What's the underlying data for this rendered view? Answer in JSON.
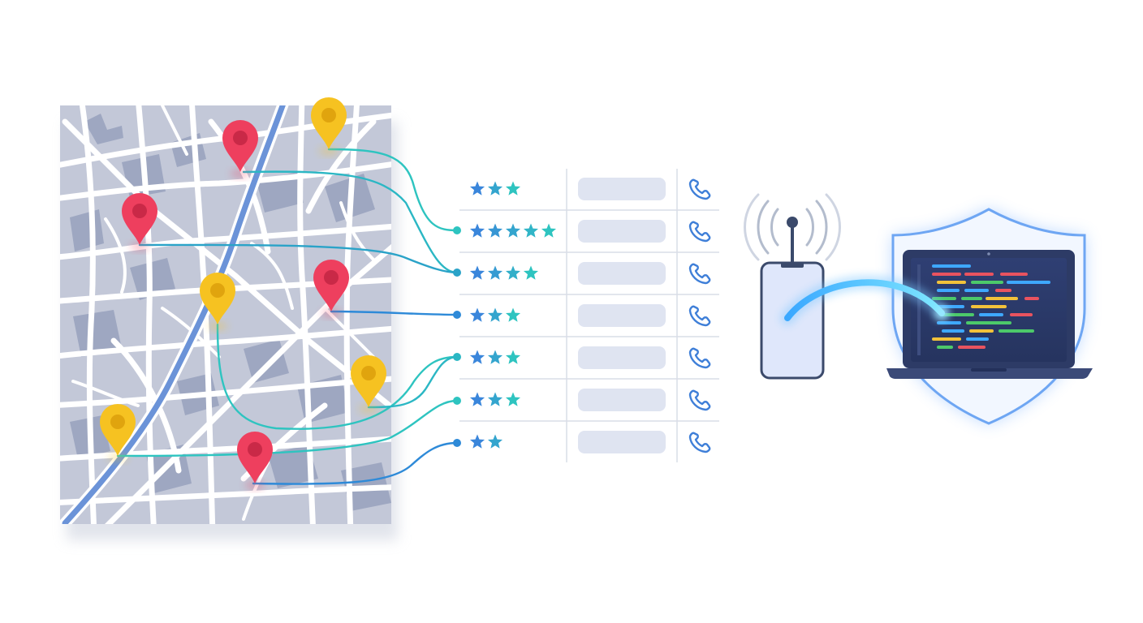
{
  "colors": {
    "map_background": "#c3c8d8",
    "map_street": "#ffffff",
    "map_river": "#6b93d8",
    "pin_red": "#ee3f5e",
    "pin_yellow": "#f6c221",
    "star_blue": "#3a86db",
    "star_teal": "#2ec4c0",
    "connector_teal": "#2ec4c0",
    "connector_blue": "#2e8ad8",
    "placeholder_bar": "#dfe4f1",
    "phone_icon": "#3f7fd8",
    "signal": "#9aa6bf",
    "shield_glow": "#4a90ff",
    "code_green": "#4cc96a",
    "code_yellow": "#f2c23a",
    "code_red": "#e9535f",
    "code_blue": "#3ea8ff"
  },
  "map": {
    "pins": [
      {
        "id": "pin-1",
        "color": "yellow"
      },
      {
        "id": "pin-2",
        "color": "red"
      },
      {
        "id": "pin-3",
        "color": "red"
      },
      {
        "id": "pin-4",
        "color": "yellow"
      },
      {
        "id": "pin-5",
        "color": "red"
      },
      {
        "id": "pin-6",
        "color": "yellow"
      },
      {
        "id": "pin-7",
        "color": "yellow"
      },
      {
        "id": "pin-8",
        "color": "red"
      }
    ]
  },
  "listings": {
    "rows": [
      {
        "rating": 3,
        "phone_icon": "phone-icon"
      },
      {
        "rating": 5,
        "phone_icon": "phone-icon"
      },
      {
        "rating": 4,
        "phone_icon": "phone-icon"
      },
      {
        "rating": 3,
        "phone_icon": "phone-icon"
      },
      {
        "rating": 3,
        "phone_icon": "phone-icon"
      },
      {
        "rating": 3,
        "phone_icon": "phone-icon"
      },
      {
        "rating": 2,
        "phone_icon": "phone-icon"
      }
    ]
  },
  "device": {
    "phone_icon": "smartphone-icon",
    "signal_icon": "antenna-signal-icon",
    "laptop_icon": "laptop-code-icon",
    "shield_icon": "shield-icon"
  }
}
